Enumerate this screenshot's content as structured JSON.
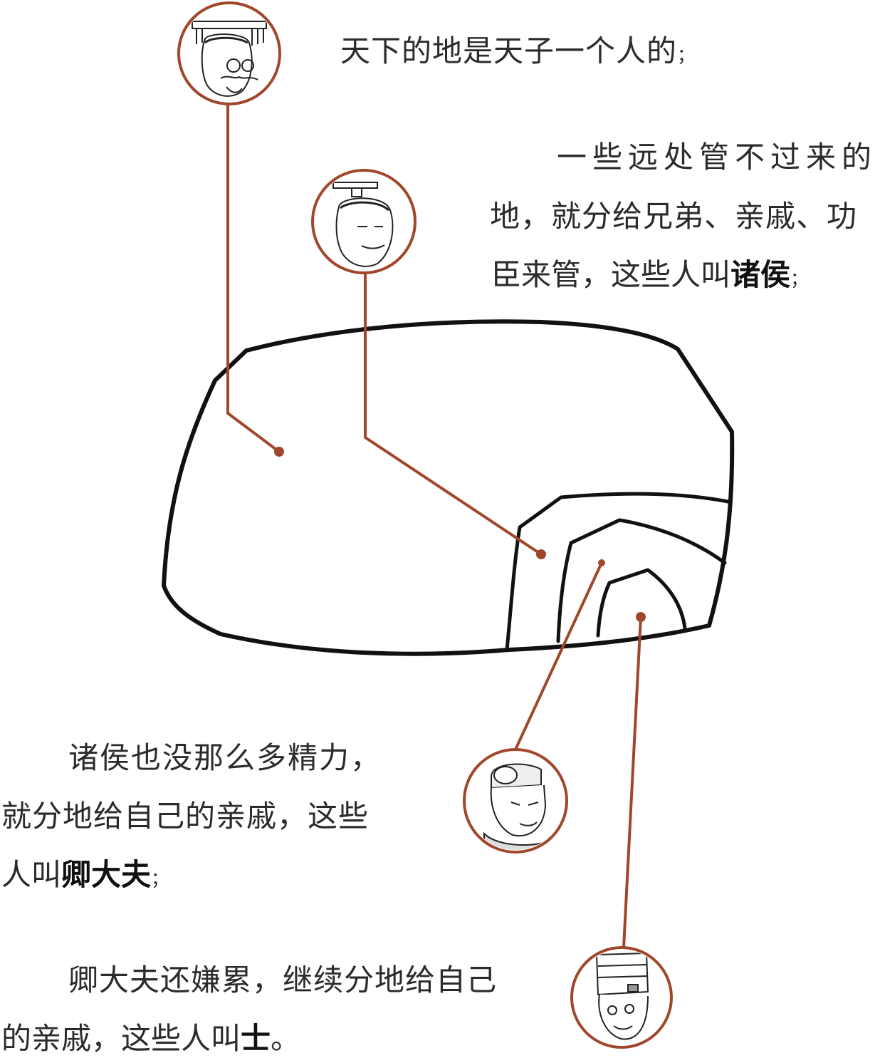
{
  "texts": {
    "emperor": "天下的地是天子一个人的",
    "emperor_punct": "；",
    "lords_line1": "一些远处管不过来的",
    "lords_line2": "地，就分给兄弟、亲戚、功",
    "lords_line3": "臣来管，这些人叫",
    "lords_term": "诸侯",
    "lords_punct": "；",
    "ministers_line1": "诸侯也没那么多精力，",
    "ministers_line2": "就分地给自己的亲戚，这些",
    "ministers_line3": "人叫",
    "ministers_term": "卿大夫",
    "ministers_punct": "；",
    "scholars_line1": "卿大夫还嫌累，继续分地给自己",
    "scholars_line2": "的亲戚，这些人叫",
    "scholars_term": "士",
    "scholars_punct": "。"
  },
  "colors": {
    "accent": "#a0472b",
    "outline": "#111111",
    "text": "#2b2b2b"
  },
  "figures": [
    {
      "name": "emperor-portrait",
      "icon": "emperor-with-crown-and-glasses"
    },
    {
      "name": "lord-portrait",
      "icon": "lord-with-cap"
    },
    {
      "name": "minister-portrait",
      "icon": "minister-with-hat"
    },
    {
      "name": "scholar-portrait",
      "icon": "scholar-with-tall-hat"
    }
  ]
}
